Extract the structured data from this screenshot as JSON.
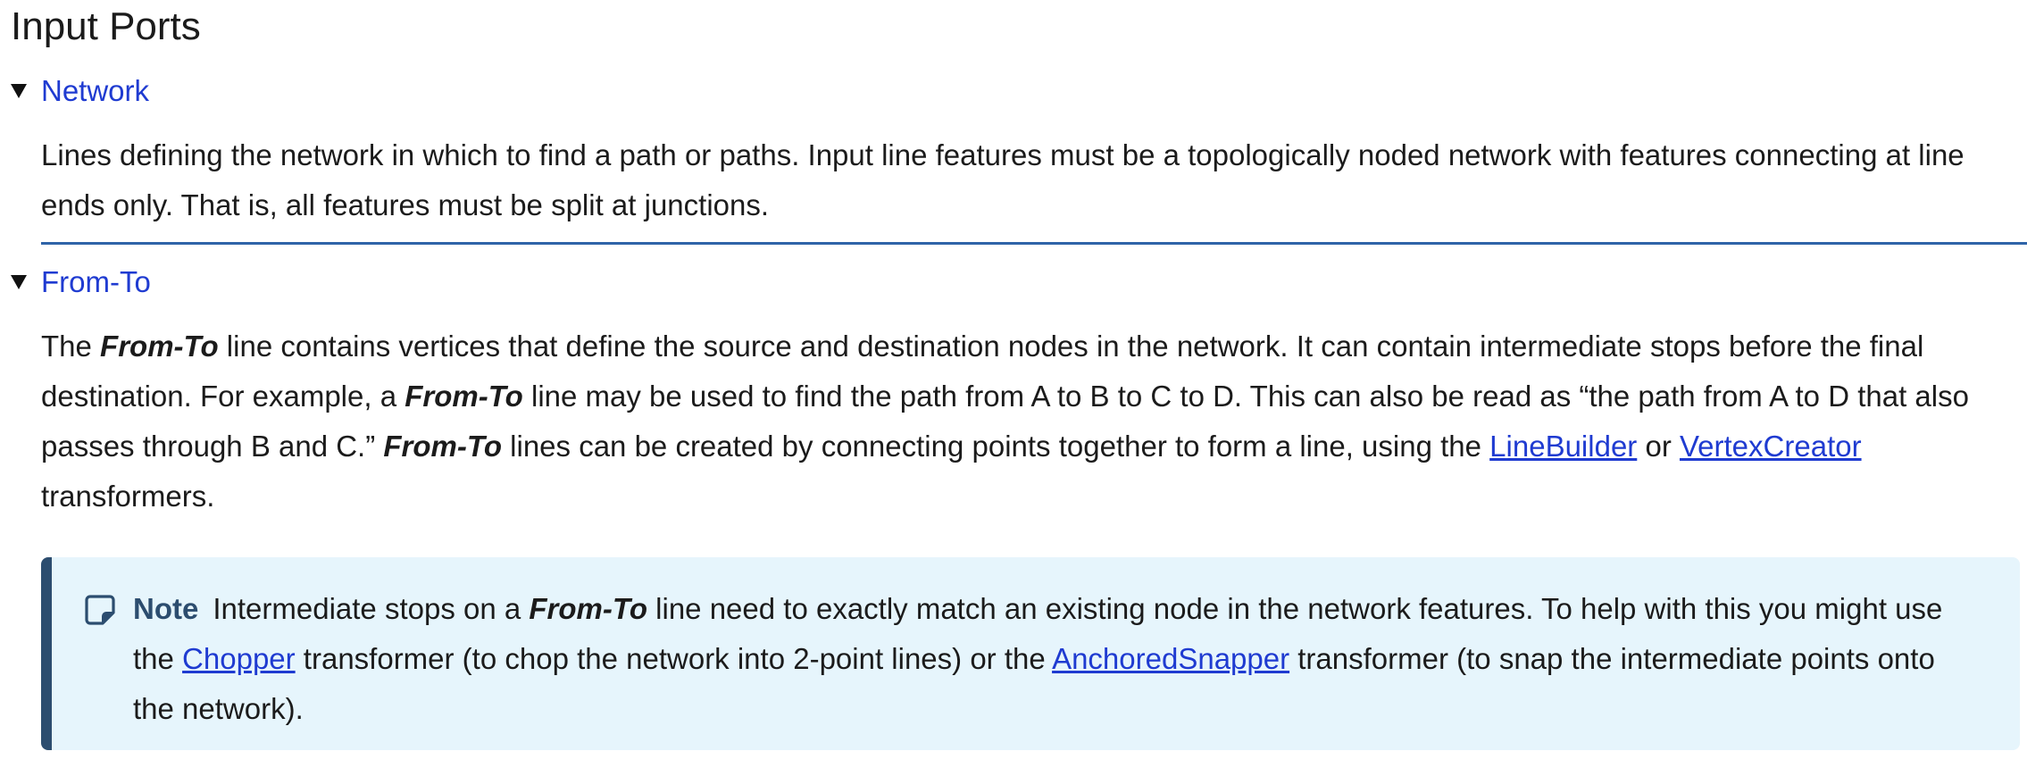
{
  "heading": "Input Ports",
  "sections": [
    {
      "title": "Network",
      "para": {
        "line1": "Lines defining the network in which to find a path or paths. Input line features must be a topologically noded network with features connecting at line",
        "line2": "ends only. That is, all features must be split at junctions."
      }
    },
    {
      "title": "From-To",
      "para": {
        "l1a": "The ",
        "l1term": "From-To",
        "l1b": " line contains vertices that define the source and destination nodes in the network. It can contain intermediate stops before the final",
        "l2a": "destination. For example, a ",
        "l2term": "From-To",
        "l2b": " line may be used to find the path from A to B to C to D. This can also be read as “the path from A to D that also",
        "l3a": "passes through B and C.” ",
        "l3term": "From-To",
        "l3b": " lines can be created by connecting points together to form a line, using the ",
        "link1": "LineBuilder",
        "l3c": " or ",
        "link2": "VertexCreator",
        "l4": "transformers."
      }
    }
  ],
  "note": {
    "icon": "note-icon",
    "label": "Note",
    "l1a": "Intermediate stops on a ",
    "l1term": "From-To",
    "l1b": " line need to exactly match an existing node in the network features. To help with this you might use",
    "l2a": "the ",
    "link1": "Chopper",
    "l2b": " transformer (to chop the network into 2-point lines) or the ",
    "link2": "AnchoredSnapper",
    "l2c": " transformer (to snap the intermediate points onto",
    "l3": "the network)."
  },
  "colors": {
    "link": "#1f3bd1",
    "divider": "#2f64a8",
    "note_bg": "#e6f5fc",
    "note_accent": "#2c4d6f"
  }
}
